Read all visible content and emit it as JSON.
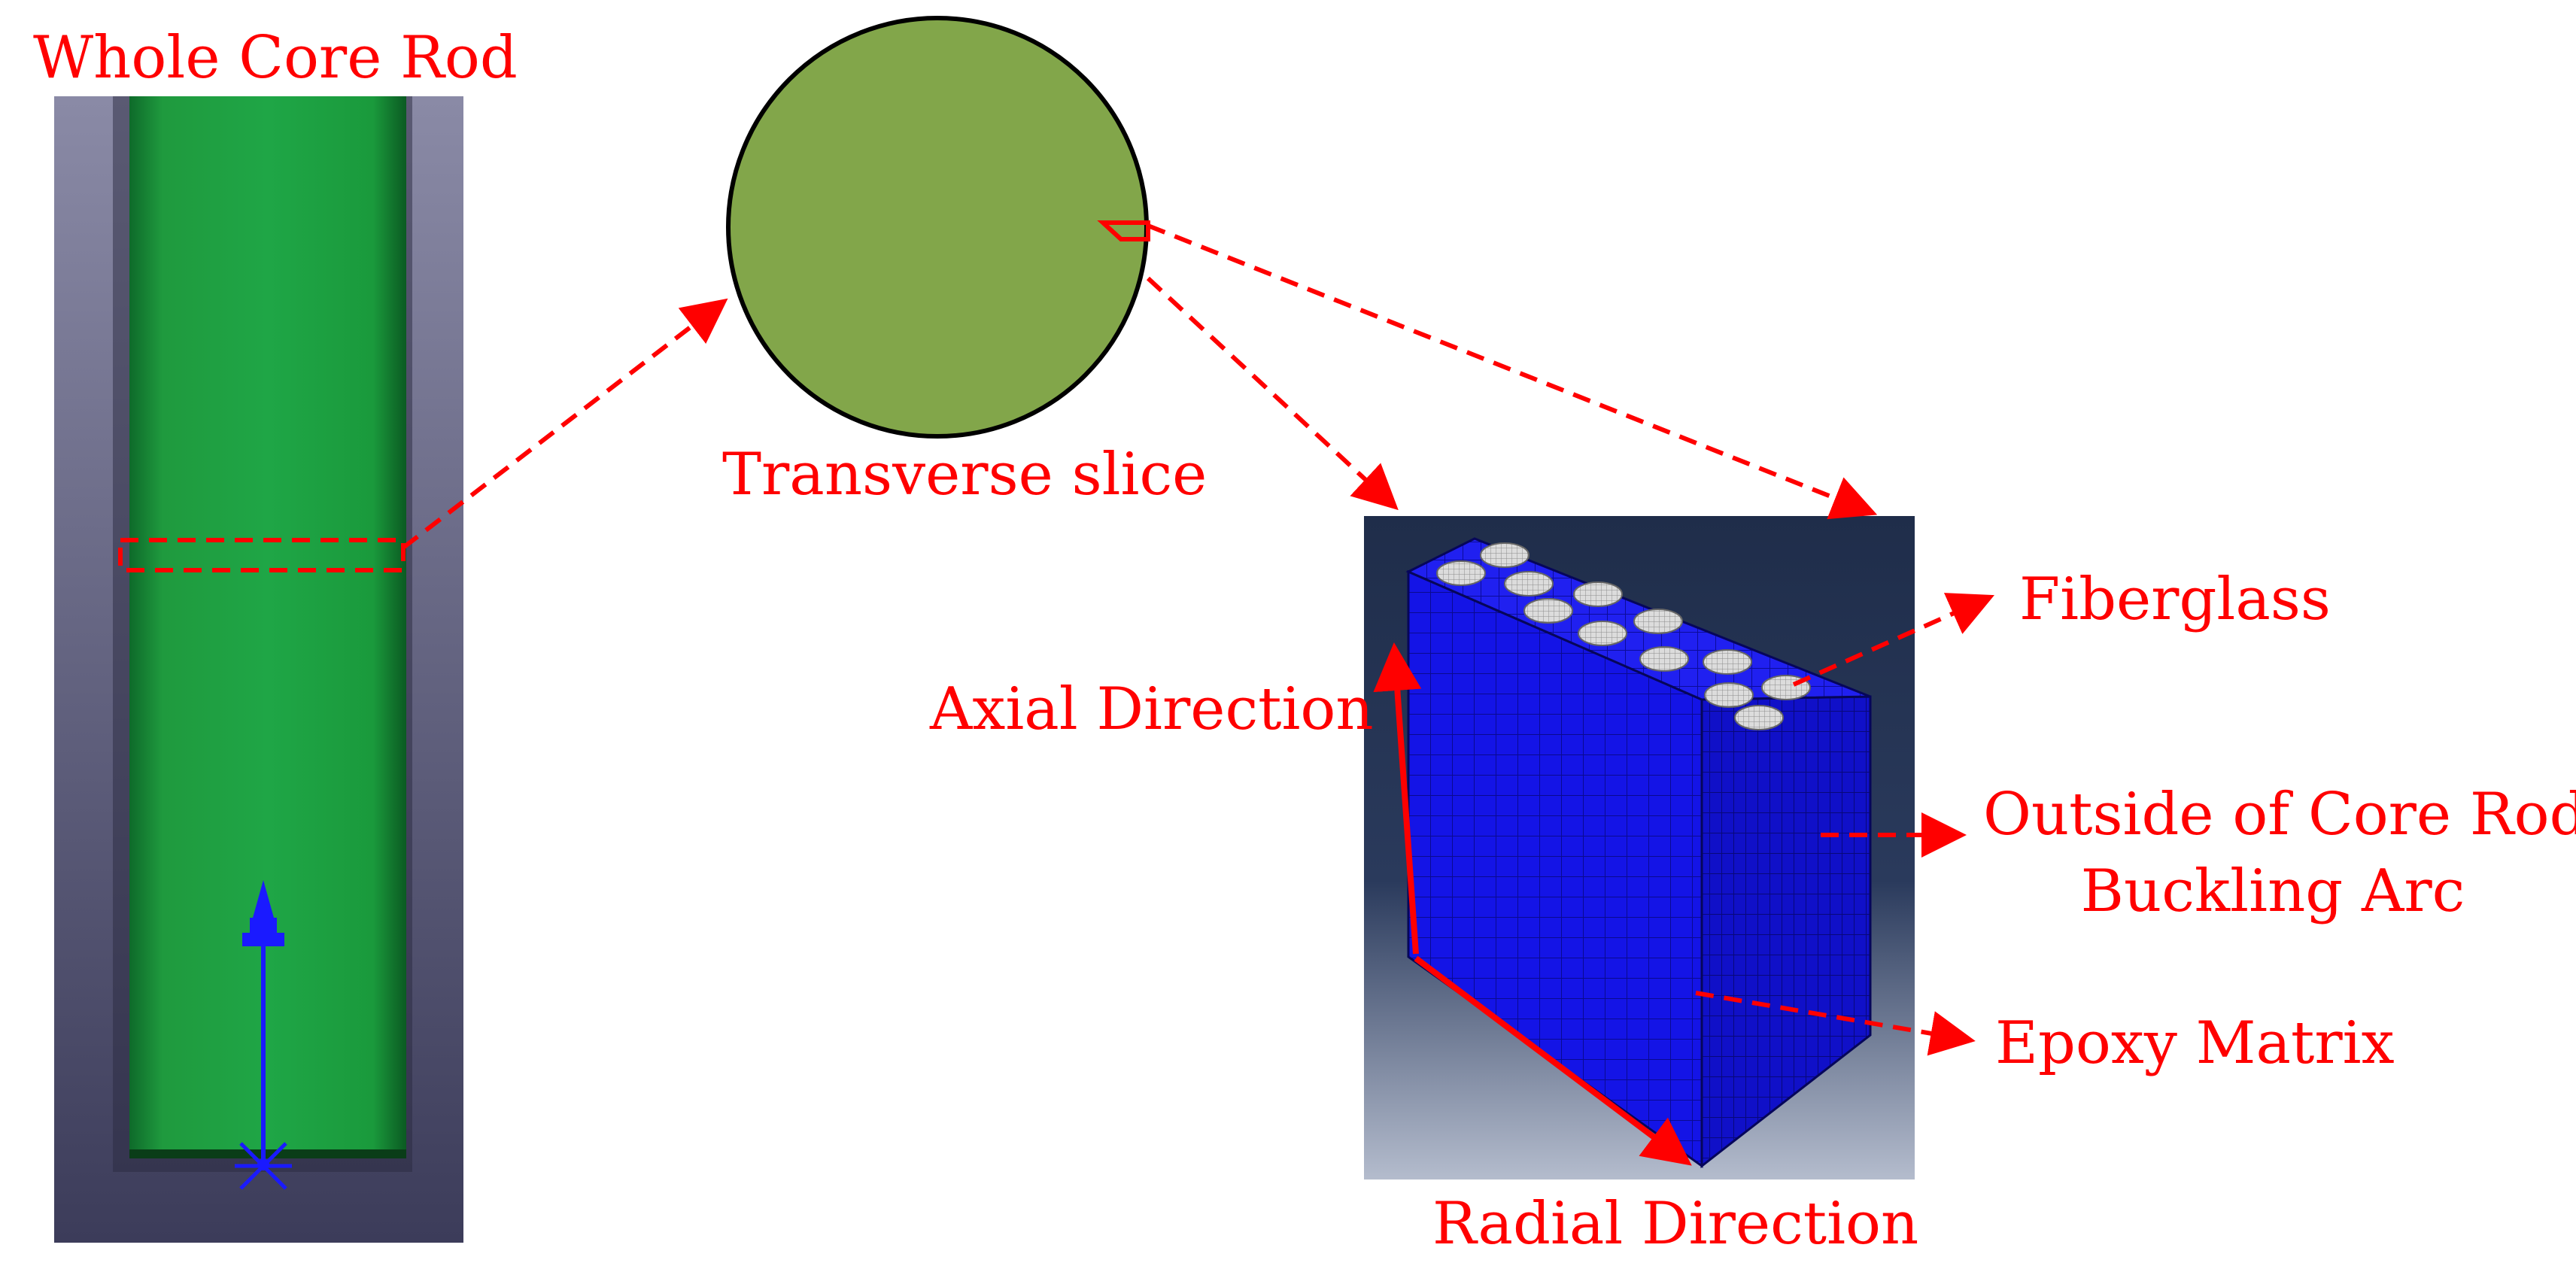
{
  "labels": {
    "whole_core_rod": "Whole Core Rod",
    "transverse_slice": "Transverse slice",
    "axial_direction": "Axial Direction",
    "radial_direction": "Radial Direction",
    "fiberglass": "Fiberglass",
    "outside_line1": "Outside of Core Rod",
    "outside_line2": "Buckling Arc",
    "epoxy_matrix": "Epoxy Matrix"
  },
  "colors": {
    "annotation": "#ff0000",
    "rod_green": "#1a9a3c",
    "slice_green": "#82a64a",
    "block_blue": "#1414e6",
    "viewport_bg_top": "#1f2d4a",
    "viewport_bg_bottom": "#b4bccd",
    "rod_panel_top": "#8a8aa6",
    "rod_panel_bottom": "#3c3c5a",
    "fiber_gray": "#d7d7d7",
    "marker_blue": "#1a1aff"
  },
  "icons": {
    "boundary_marker": "axis-arrow-icon"
  }
}
